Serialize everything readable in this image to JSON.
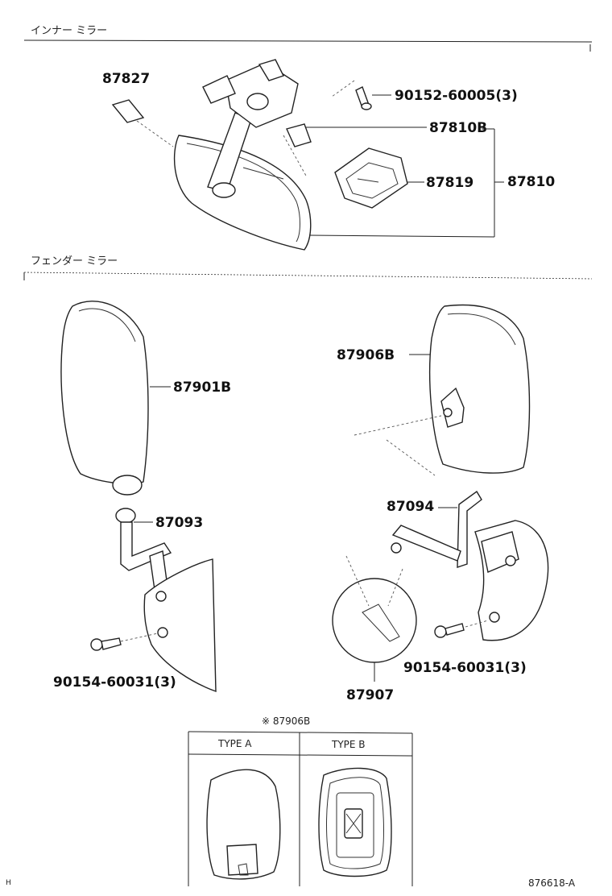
{
  "sections": {
    "inner_mirror": "インナー ミラー",
    "fender_mirror": "フェンダー ミラー"
  },
  "labels": {
    "p87827": "87827",
    "p90152": "90152-60005(3)",
    "p87810B": "87810B",
    "p87819": "87819",
    "p87810": "87810",
    "p87901B": "87901B",
    "p87093": "87093",
    "p90154_left": "90154-60031(3)",
    "p87906B": "87906B",
    "p87094": "87094",
    "p90154_right": "90154-60031(3)",
    "p87907": "87907"
  },
  "type_table": {
    "title": "※ 87906B",
    "columns": [
      "TYPE A",
      "TYPE B"
    ]
  },
  "footer": {
    "code": "876618-A",
    "corner_mark": "H"
  }
}
